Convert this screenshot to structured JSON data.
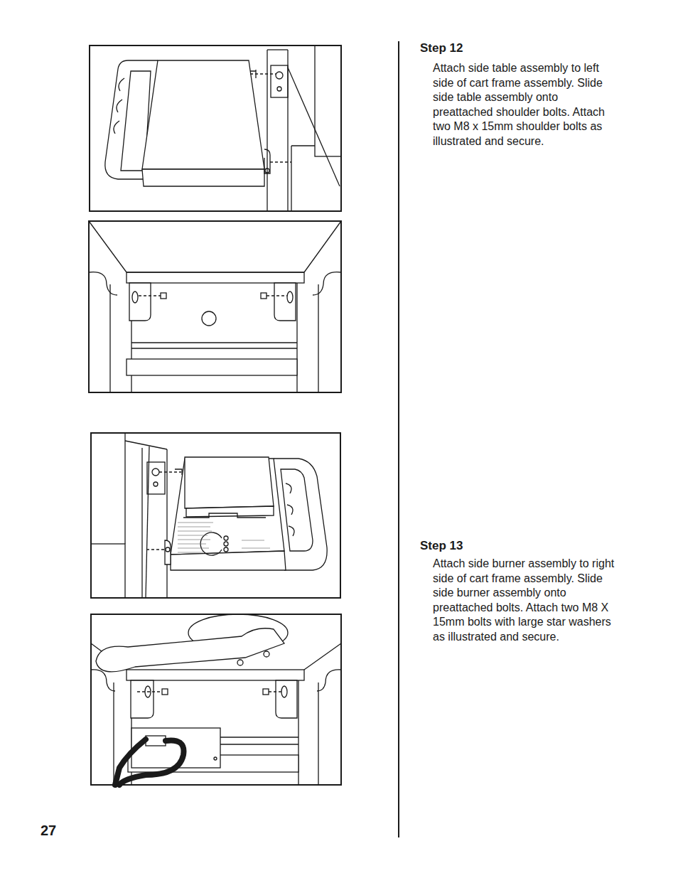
{
  "diagram": {
    "labels": [
      "Step 12",
      "Attach side table assembly to left side of cart frame assembly. Slide side table assembly onto preattached shoulder bolts. Attach two M8 x 15mm shoulder bolts as illustrated and secure.",
      "Step 13",
      "Attach side burner assembly to right side of cart frame assembly. Slide side burner assembly onto preattached bolts. Attach two M8 X 15mm bolts with large star washers as illustrated and secure.",
      "27"
    ]
  }
}
